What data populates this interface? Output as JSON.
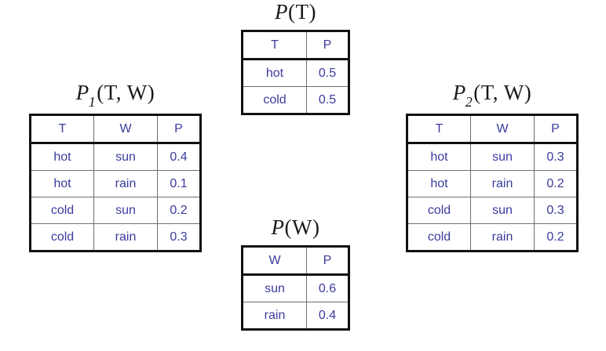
{
  "page": {
    "background": "#ffffff",
    "text_color": "#3b3b9e",
    "border_color": "#111111",
    "grid_color": "#6e6e6e"
  },
  "factors": {
    "p1": {
      "title_p": "P",
      "title_sub": "1",
      "title_args": "(T, W)",
      "headers": [
        "T",
        "W",
        "P"
      ],
      "rows": [
        [
          "hot",
          "sun",
          "0.4"
        ],
        [
          "hot",
          "rain",
          "0.1"
        ],
        [
          "cold",
          "sun",
          "0.2"
        ],
        [
          "cold",
          "rain",
          "0.3"
        ]
      ]
    },
    "p2": {
      "title_p": "P",
      "title_sub": "2",
      "title_args": "(T, W)",
      "headers": [
        "T",
        "W",
        "P"
      ],
      "rows": [
        [
          "hot",
          "sun",
          "0.3"
        ],
        [
          "hot",
          "rain",
          "0.2"
        ],
        [
          "cold",
          "sun",
          "0.3"
        ],
        [
          "cold",
          "rain",
          "0.2"
        ]
      ]
    },
    "pt": {
      "title_p": "P",
      "title_sub": "",
      "title_args": "(T)",
      "headers": [
        "T",
        "P"
      ],
      "rows": [
        [
          "hot",
          "0.5"
        ],
        [
          "cold",
          "0.5"
        ]
      ]
    },
    "pw": {
      "title_p": "P",
      "title_sub": "",
      "title_args": "(W)",
      "headers": [
        "W",
        "P"
      ],
      "rows": [
        [
          "sun",
          "0.6"
        ],
        [
          "rain",
          "0.4"
        ]
      ]
    }
  }
}
